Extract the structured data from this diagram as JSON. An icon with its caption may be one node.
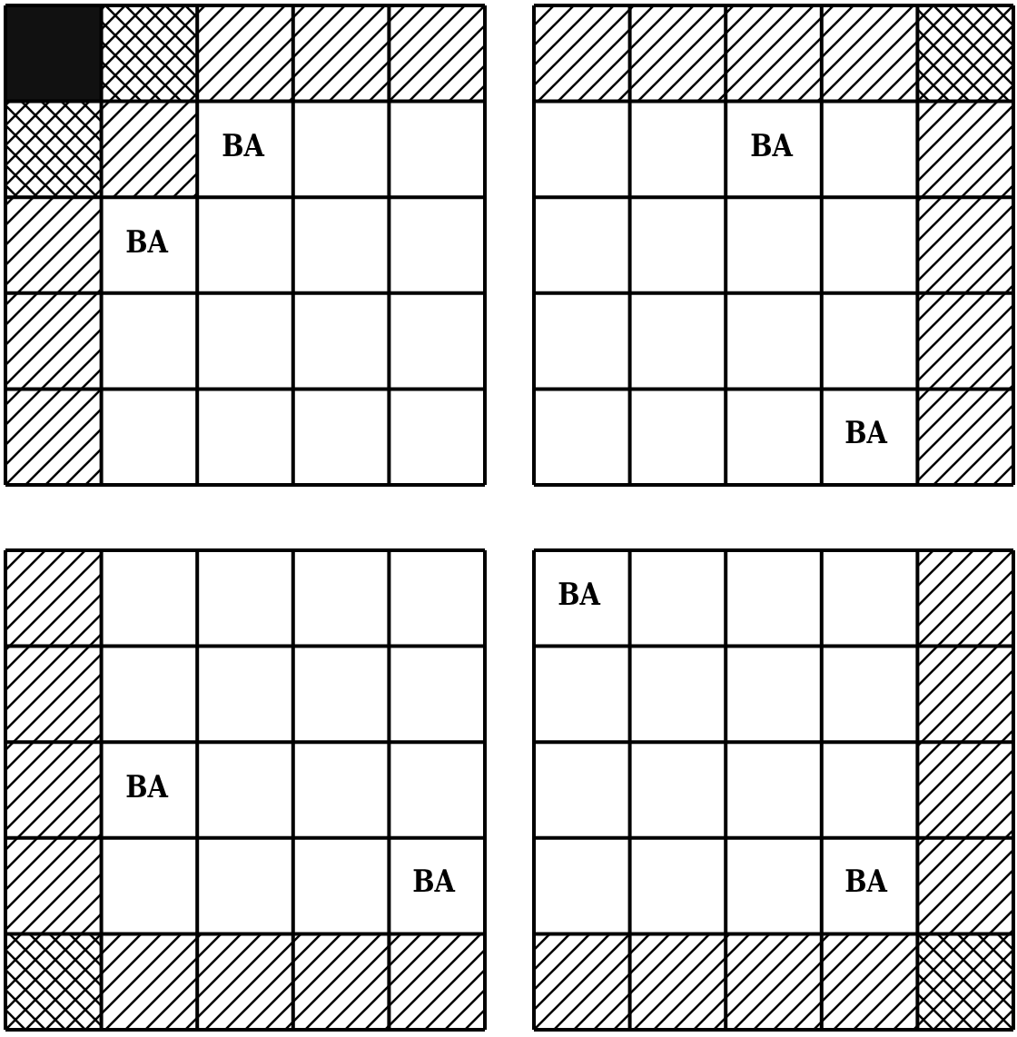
{
  "diagram": {
    "labels": [
      "BA",
      "BA",
      "BA",
      "BA",
      "BA",
      "BA",
      "BA",
      "BA"
    ]
  }
}
